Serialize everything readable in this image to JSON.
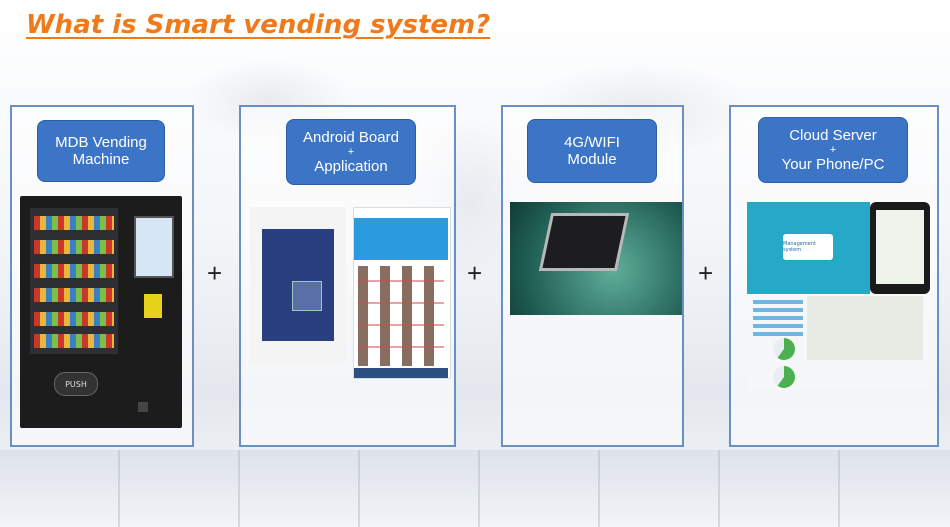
{
  "title": "What is Smart vending system?",
  "panels": [
    {
      "label_lines": [
        "MDB Vending",
        "Machine"
      ]
    },
    {
      "label_lines": [
        "Android Board",
        "+",
        "Application"
      ]
    },
    {
      "label_lines": [
        "4G/WIFI",
        "Module"
      ]
    },
    {
      "label_lines": [
        "Cloud Server",
        "+",
        "Your Phone/PC"
      ]
    }
  ],
  "plus_sign": "+",
  "vending_machine": {
    "button_text": "PUSH"
  },
  "cloud_image": {
    "box_text": "Management system"
  },
  "colors": {
    "title": "#f07a1a",
    "label_bg": "#3d75c6",
    "panel_border": "#6a8fc4"
  }
}
